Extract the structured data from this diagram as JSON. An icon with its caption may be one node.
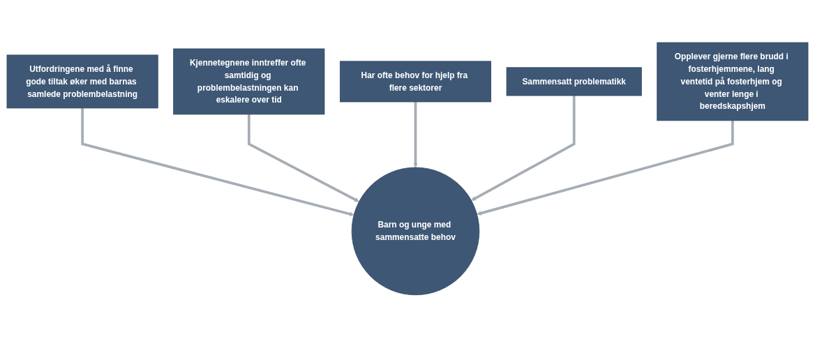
{
  "diagram": {
    "nodes": [
      {
        "text": [
          "Utfordringene med å finne gode tiltak øker med barnas samlede problembelastning"
        ]
      },
      {
        "text": [
          "Kjennetegnene inntreffer ofte samtidig og problembelastningen kan eskalere over tid"
        ]
      },
      {
        "text": [
          "Har ofte behov for hjelp fra flere sektorer"
        ]
      },
      {
        "text": [
          "Sammensatt problematikk"
        ]
      },
      {
        "text": [
          "Barn og unge med sammensatte behov"
        ]
      },
      {
        "text": [
          "Opplever gjerne flere brudd i fosterhjemmene, lang ventetid på fosterhjem og venter lenge i beredskapshjem"
        ]
      }
    ],
    "edges": [
      {
        "from": 0,
        "to": 4,
        "arrow": "to"
      },
      {
        "from": 1,
        "to": 4,
        "arrow": "to"
      },
      {
        "from": 2,
        "to": 4,
        "arrow": "to"
      },
      {
        "from": 3,
        "to": 4,
        "arrow": "to"
      },
      {
        "from": 5,
        "to": 4,
        "arrow": "to"
      }
    ]
  }
}
